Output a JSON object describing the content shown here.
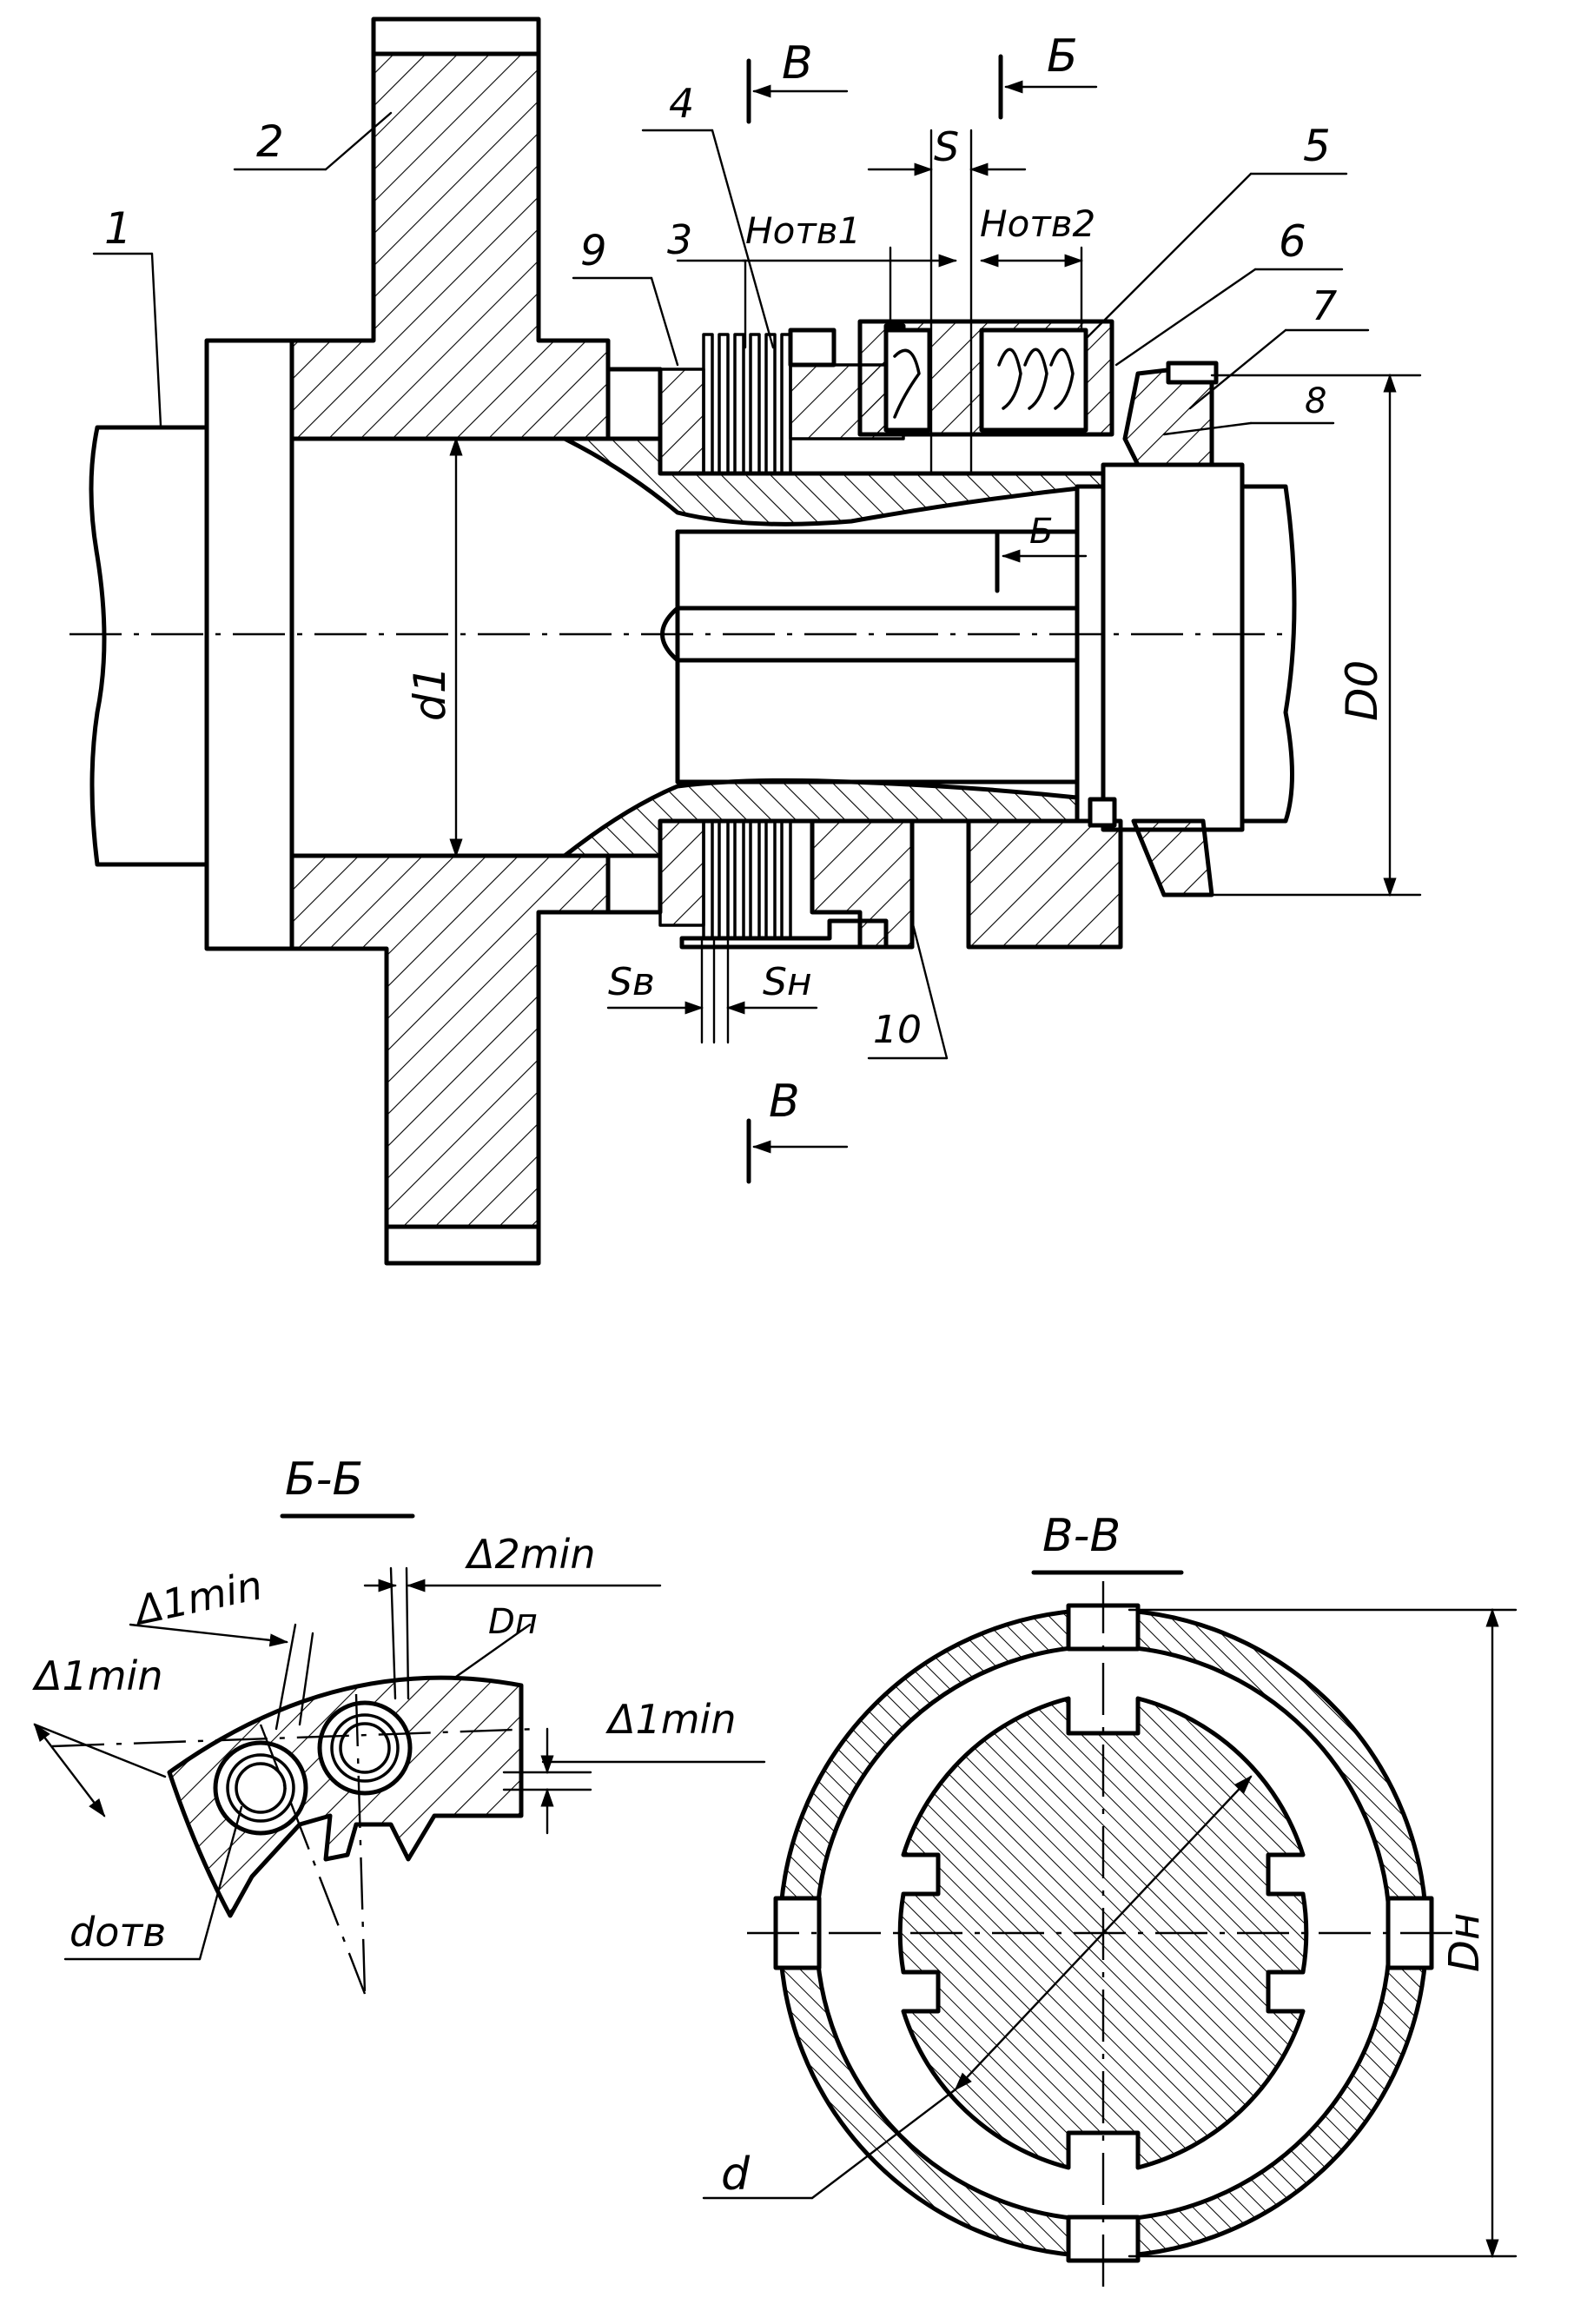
{
  "figure": {
    "callouts": [
      "1",
      "2",
      "3",
      "4",
      "5",
      "6",
      "7",
      "8",
      "9",
      "10"
    ],
    "section_marks": {
      "b_top": "Б",
      "b_inner": "Б",
      "v_top": "В",
      "v_bottom": "В"
    },
    "dimensions": {
      "s": "S",
      "hotv1": "Hотв1",
      "hotv2": "Hотв2",
      "d1": "d1",
      "d0": "D0",
      "sv": "Sв",
      "sn": "Sн"
    }
  },
  "section_bb": {
    "title": "Б-Б",
    "labels": {
      "delta1_outer": "Δ1min",
      "delta1_inner": "Δ1min",
      "delta2": "Δ2min",
      "dp": "Dп",
      "delta1_right": "Δ1min",
      "dotv": "dотв"
    }
  },
  "section_vv": {
    "title": "В-В",
    "labels": {
      "d": "d",
      "dn": "Dн"
    }
  }
}
